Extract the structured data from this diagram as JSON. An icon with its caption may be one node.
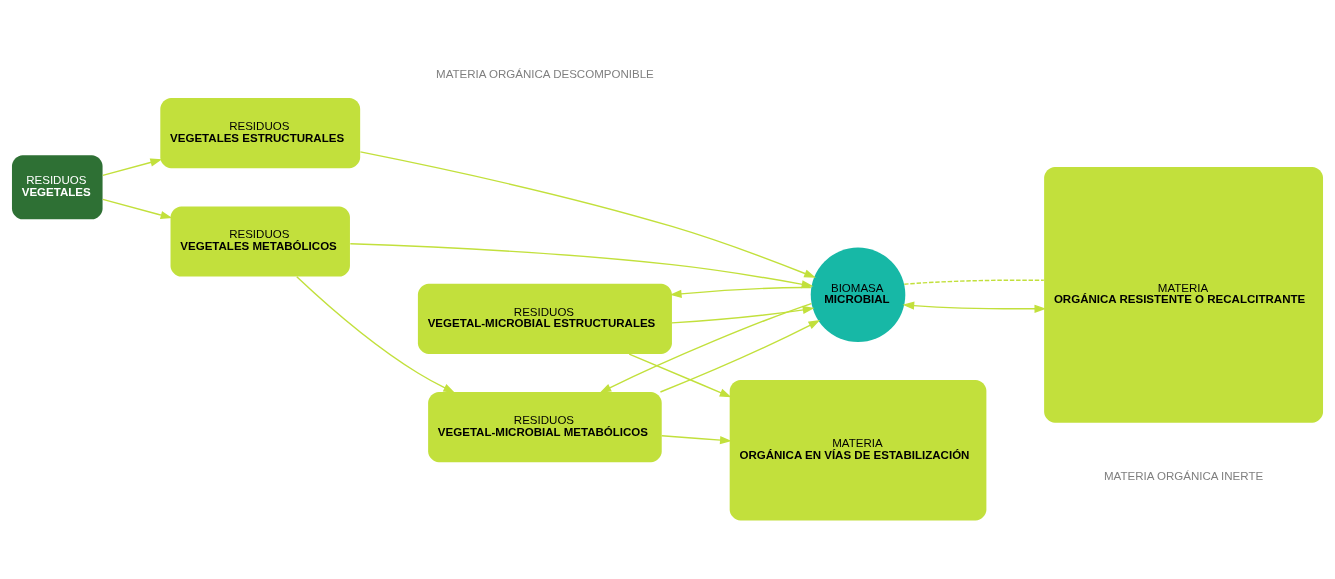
{
  "diagram": {
    "nodes": [
      {
        "text": [
          "RESIDUOS",
          "VEGETALES"
        ]
      },
      {
        "text": [
          "RESIDUOS",
          "VEGETALES METABÓLICOS"
        ]
      },
      {
        "text": [
          "RESIDUOS",
          "VEGETAL-MICROBIAL METABÓLICOS"
        ]
      },
      {
        "text": [
          "MATERIA",
          "ORGÁNICA EN VÍAS DE ESTABILIZACIÓN"
        ]
      },
      {
        "text": [
          "BIOMASA",
          "MICROBIAL"
        ]
      },
      {
        "text": [
          "RESIDUOS",
          "VEGETALES ESTRUCTURALES"
        ]
      },
      {
        "text": [
          "RESIDUOS",
          "VEGETAL-MICROBIAL ESTRUCTURALES"
        ]
      },
      {
        "text": [
          "MATERIA",
          "ORGÁNICA RESISTENTE O RECALCITRANTE"
        ]
      }
    ],
    "edges": [
      {
        "from": 0,
        "to": 1,
        "arrow": "to"
      },
      {
        "from": 0,
        "to": 5,
        "arrow": "to"
      },
      {
        "from": 1,
        "to": 2,
        "arrow": "to"
      },
      {
        "from": 1,
        "to": 4,
        "arrow": "to"
      },
      {
        "from": 2,
        "to": 3,
        "arrow": "to"
      },
      {
        "from": 2,
        "to": 4,
        "arrow": "to"
      },
      {
        "from": 4,
        "to": 2,
        "arrow": "to"
      },
      {
        "from": 5,
        "to": 4,
        "arrow": "to"
      },
      {
        "from": 4,
        "to": 6,
        "arrow": "to"
      },
      {
        "from": 6,
        "to": 4,
        "arrow": "to"
      },
      {
        "from": 6,
        "to": 3,
        "arrow": "to"
      },
      {
        "from": 4,
        "to": 7,
        "arrow": "both"
      },
      {
        "from": 4,
        "to": 7,
        "arrow": "none",
        "style": "dashed"
      }
    ],
    "labels": [
      "MATERIA ORGÁNICA DESCOMPONIBLE",
      "MATERIA ORGÁNICA INERTE"
    ]
  }
}
